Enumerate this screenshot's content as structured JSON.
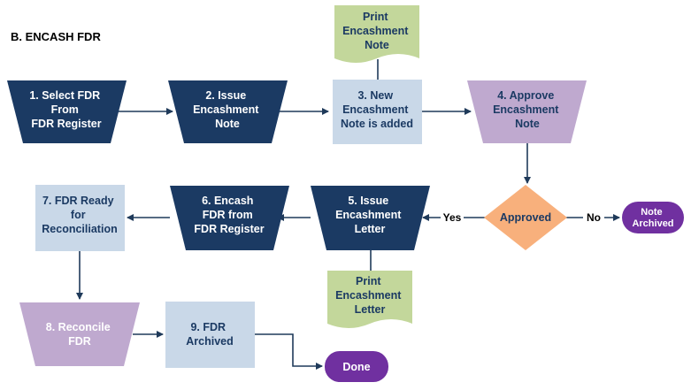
{
  "title": "B. ENCASH FDR",
  "colors": {
    "navy": "#1b3a63",
    "light_blue": "#c9d8e8",
    "lavender": "#bfa9cf",
    "orange": "#f8b07c",
    "purple": "#7030a0",
    "green": "#c3d79b",
    "arrow": "#1f3a5a"
  },
  "nodes": {
    "n1": {
      "lines": [
        "1. Select FDR",
        "From",
        "FDR Register"
      ],
      "shape": "manual-operation"
    },
    "n2": {
      "lines": [
        "2. Issue",
        "Encashment",
        "Note"
      ],
      "shape": "manual-operation"
    },
    "n3": {
      "lines": [
        "3. New",
        "Encashment",
        "Note is added"
      ],
      "shape": "process"
    },
    "n4": {
      "lines": [
        "4. Approve",
        "Encashment",
        "Note"
      ],
      "shape": "manual-operation"
    },
    "decision": {
      "lines": [
        "Approved"
      ],
      "shape": "decision"
    },
    "note_archived": {
      "lines": [
        "Note",
        "Archived"
      ],
      "shape": "terminator"
    },
    "n5": {
      "lines": [
        "5. Issue",
        "Encashment",
        "Letter"
      ],
      "shape": "manual-operation"
    },
    "n6": {
      "lines": [
        "6. Encash",
        "FDR from",
        "FDR Register"
      ],
      "shape": "manual-operation"
    },
    "n7": {
      "lines": [
        "7. FDR Ready",
        "for",
        "Reconciliation"
      ],
      "shape": "process"
    },
    "n8": {
      "lines": [
        "8. Reconcile",
        "FDR"
      ],
      "shape": "manual-operation"
    },
    "n9": {
      "lines": [
        "9. FDR",
        "Archived"
      ],
      "shape": "process"
    },
    "done": {
      "lines": [
        "Done"
      ],
      "shape": "terminator"
    },
    "doc_note": {
      "lines": [
        "Print",
        "Encashment",
        "Note"
      ],
      "shape": "document"
    },
    "doc_letter": {
      "lines": [
        "Print",
        "Encashment",
        "Letter"
      ],
      "shape": "document"
    }
  },
  "edges": {
    "yes": "Yes",
    "no": "No"
  }
}
